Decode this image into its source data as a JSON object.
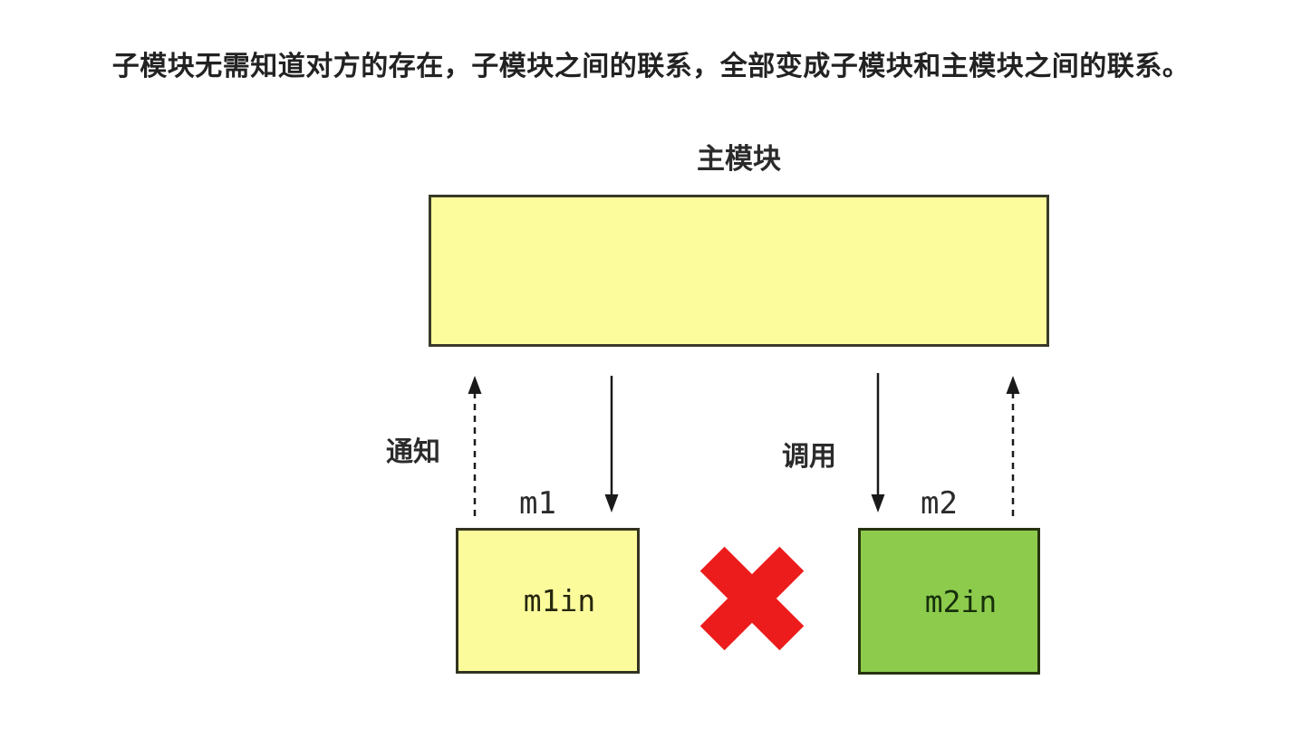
{
  "title": "子模块无需知道对方的存在，子模块之间的联系，全部变成子模块和主模块之间的联系。",
  "diagram": {
    "main_module": {
      "label": "主模块",
      "fill": "#FCFC9D"
    },
    "modules": [
      {
        "id": "m1",
        "label": "m1",
        "inner_label": "m1in",
        "fill": "#FBFB9C"
      },
      {
        "id": "m2",
        "label": "m2",
        "inner_label": "m2in",
        "fill": "#8DCB4D"
      }
    ],
    "arrows": [
      {
        "name": "m1-to-main",
        "style": "dashed",
        "direction": "up",
        "label": "通知"
      },
      {
        "name": "main-to-m1",
        "style": "solid",
        "direction": "down",
        "label": ""
      },
      {
        "name": "main-to-m2",
        "style": "solid",
        "direction": "down",
        "label": "调用"
      },
      {
        "name": "m2-to-main",
        "style": "dashed",
        "direction": "up",
        "label": ""
      }
    ],
    "forbidden_link": {
      "symbol": "X",
      "color": "#ED1C1C",
      "meaning": "子模块之间无直接联系"
    },
    "line_color": "#1a1a1a"
  }
}
